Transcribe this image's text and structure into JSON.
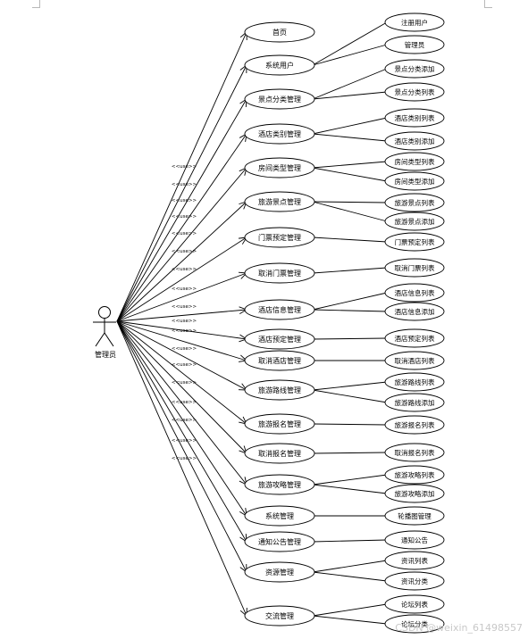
{
  "actor": "管理员",
  "stereotype": "<<use>>",
  "watermark": "CSDN @weixin_61498557",
  "modules": [
    {
      "label": "首页",
      "children": []
    },
    {
      "label": "系统用户",
      "children": [
        "注册用户",
        "管理员"
      ]
    },
    {
      "label": "景点分类管理",
      "children": [
        "景点分类添加",
        "景点分类列表"
      ]
    },
    {
      "label": "酒店类别管理",
      "children": [
        "酒店类别列表",
        "酒店类别添加"
      ]
    },
    {
      "label": "房间类型管理",
      "children": [
        "房间类型列表",
        "房间类型添加"
      ]
    },
    {
      "label": "旅游景点管理",
      "children": [
        "旅游景点列表",
        "旅游景点添加"
      ]
    },
    {
      "label": "门票预定管理",
      "children": [
        "门票预定列表"
      ]
    },
    {
      "label": "取消门票管理",
      "children": [
        "取消门票列表"
      ]
    },
    {
      "label": "酒店信息管理",
      "children": [
        "酒店信息列表",
        "酒店信息添加"
      ]
    },
    {
      "label": "酒店预定管理",
      "children": [
        "酒店预定列表"
      ]
    },
    {
      "label": "取消酒店管理",
      "children": [
        "取消酒店列表"
      ]
    },
    {
      "label": "旅游路线管理",
      "children": [
        "旅游路线列表",
        "旅游路线添加"
      ]
    },
    {
      "label": "旅游报名管理",
      "children": [
        "旅游报名列表"
      ]
    },
    {
      "label": "取消报名管理",
      "children": [
        "取消报名列表"
      ]
    },
    {
      "label": "旅游攻略管理",
      "children": [
        "旅游攻略列表",
        "旅游攻略添加"
      ]
    },
    {
      "label": "系统管理",
      "children": [
        "轮播图管理"
      ]
    },
    {
      "label": "通知公告管理",
      "children": [
        "通知公告"
      ]
    },
    {
      "label": "资源管理",
      "children": [
        "资讯列表",
        "资讯分类"
      ]
    },
    {
      "label": "交流管理",
      "children": [
        "论坛列表",
        "论坛分类"
      ]
    }
  ]
}
